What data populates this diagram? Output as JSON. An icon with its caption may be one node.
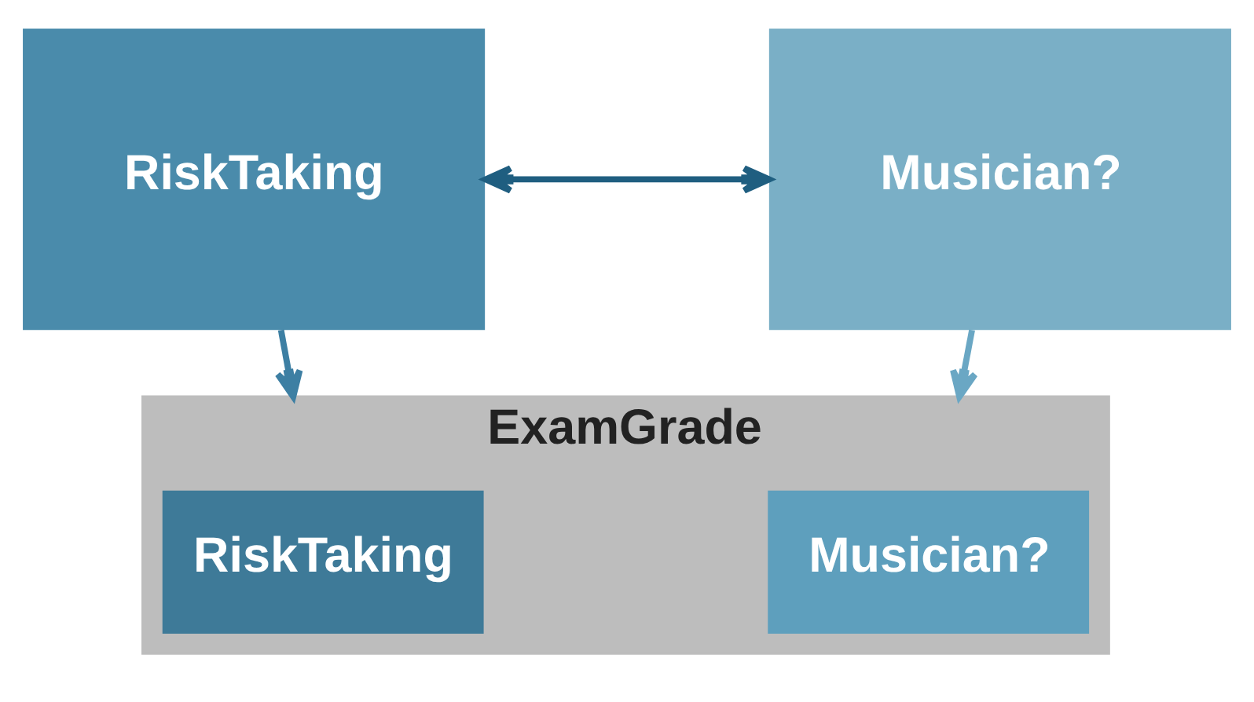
{
  "diagram": {
    "nodes": [
      {
        "text": [
          "RiskTaking"
        ]
      },
      {
        "text": [
          "Musician?"
        ]
      },
      {
        "text": [
          "ExamGrade"
        ]
      },
      {
        "text": [
          "RiskTaking"
        ],
        "in": 2
      },
      {
        "text": [
          "Musician?"
        ],
        "in": 2
      }
    ],
    "edges": [
      {
        "from": 0,
        "to": 1,
        "arrow": "both",
        "color": "#1f5e80"
      },
      {
        "from": 0,
        "to": 2,
        "arrow": "to",
        "color": "#3d7fa3"
      },
      {
        "from": 1,
        "to": 2,
        "arrow": "to",
        "color": "#6aa7c4"
      }
    ]
  }
}
